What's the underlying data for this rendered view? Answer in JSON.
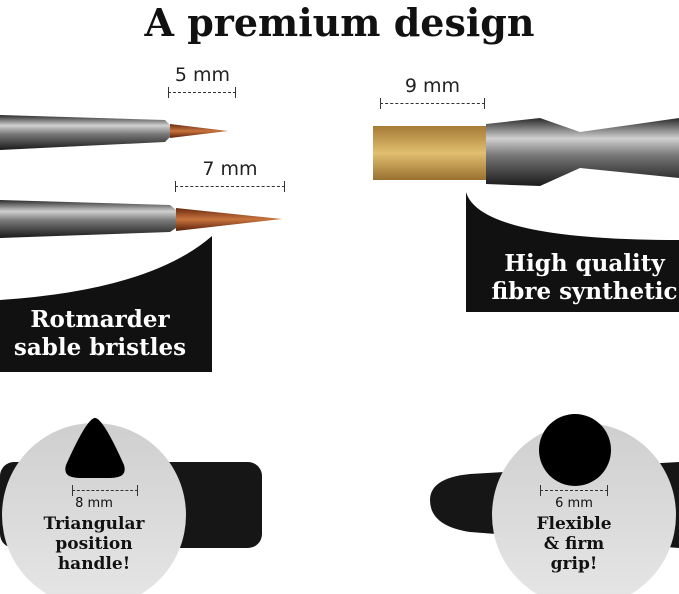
{
  "title": "A premium design",
  "brushes": {
    "small_round": {
      "size": "5 mm"
    },
    "large_round": {
      "size": "7 mm"
    },
    "flat": {
      "size": "9 mm"
    }
  },
  "panels": {
    "left": {
      "line1": "Rotmarder",
      "line2": "sable bristles"
    },
    "right": {
      "line1": "High quality",
      "line2": "fibre synthetic"
    }
  },
  "handles": {
    "triangular": {
      "size": "8 mm",
      "line1": "Triangular",
      "line2": "position",
      "line3": "handle!"
    },
    "round": {
      "size": "6 mm",
      "line1": "Flexible",
      "line2": "& firm",
      "line3": "grip!"
    }
  },
  "colors": {
    "bristle_sable": "#b5572a",
    "bristle_synthetic": "#c9a050",
    "panel": "#111111",
    "circle": "#d9d9d9"
  }
}
